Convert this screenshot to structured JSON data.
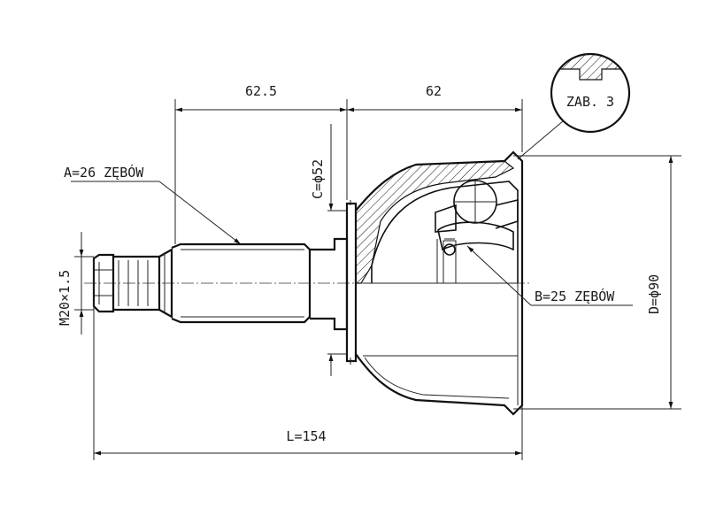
{
  "drawing": {
    "dim_length_a": "62.5",
    "dim_length_b": "62",
    "dim_total": "L=154",
    "dim_c": "C=ϕ52",
    "dim_d": "D=ϕ90",
    "thread": "M20×1.5",
    "spline_a": "A=26 ZĘBÓW",
    "spline_b": "B=25 ZĘBÓW",
    "detail": "ZAB. 3"
  },
  "colors": {
    "ink": "#111111",
    "paper": "#ffffff"
  }
}
